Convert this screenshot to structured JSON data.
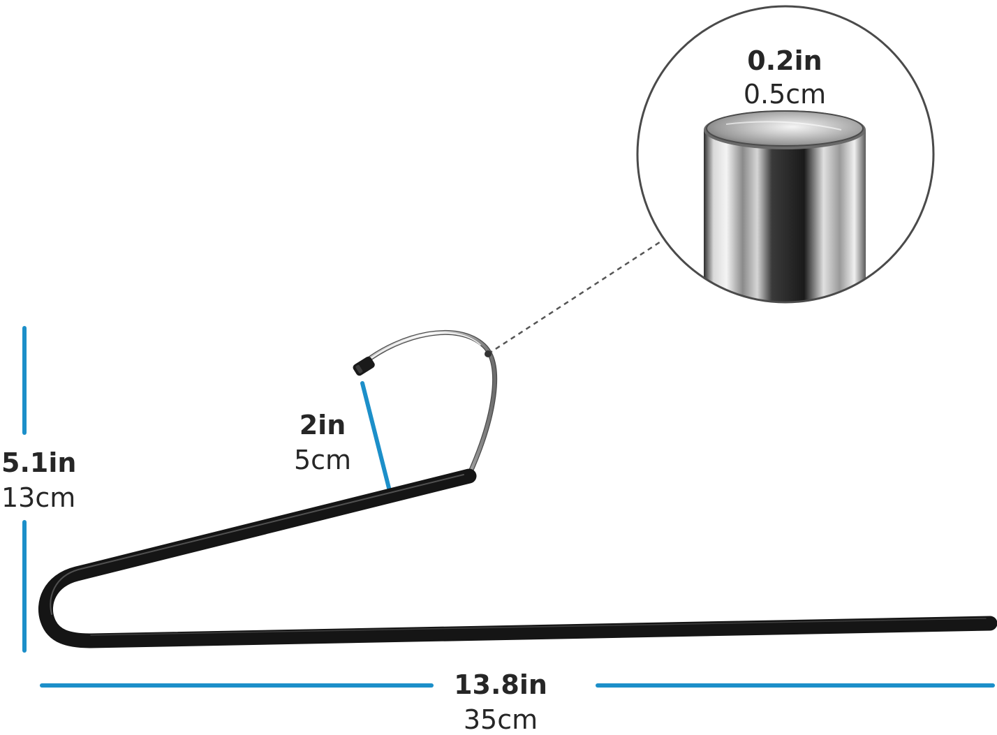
{
  "figure": {
    "subject": "hanger-dimension-diagram",
    "colors": {
      "dimension_line": "#1c8fc9",
      "text": "#262626",
      "hanger_coating": "#151515",
      "hanger_highlight": "#6b6b6b",
      "steel_light": "#e8e8e8",
      "steel_dark": "#2a2a2a",
      "leader_line": "#555555",
      "zoom_border": "#4a4a4a",
      "background": "#ffffff"
    }
  },
  "dimensions": {
    "height": {
      "imperial": "5.1in",
      "metric": "13cm"
    },
    "hook": {
      "imperial": "2in",
      "metric": "5cm"
    },
    "width": {
      "imperial": "13.8in",
      "metric": "35cm"
    },
    "wire_diameter": {
      "imperial": "0.2in",
      "metric": "0.5cm"
    }
  },
  "icons": {
    "hanger": "hanger-illustration",
    "zoom": "steel-rod-closeup"
  }
}
